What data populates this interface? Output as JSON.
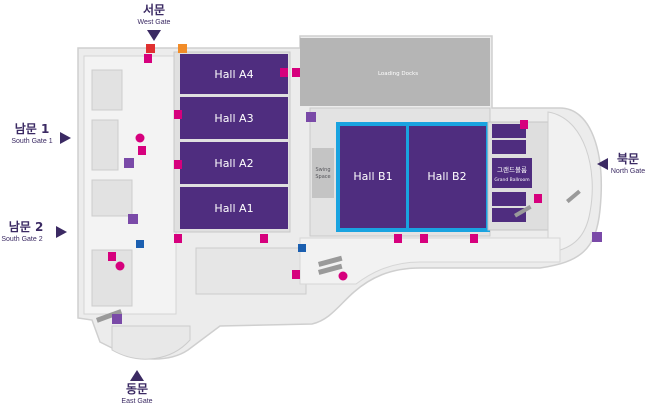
{
  "gates": {
    "west": {
      "ko": "서문",
      "en": "West Gate"
    },
    "south1": {
      "ko": "남문 1",
      "en": "South Gate 1"
    },
    "south2": {
      "ko": "남문 2",
      "en": "South Gate 2"
    },
    "north": {
      "ko": "북문",
      "en": "North Gate"
    },
    "east": {
      "ko": "동문",
      "en": "East Gate"
    }
  },
  "halls": {
    "a4": "Hall A4",
    "a3": "Hall A3",
    "a2": "Hall A2",
    "a1": "Hall A1",
    "b1": "Hall B1",
    "b2": "Hall B2"
  },
  "ballroom": {
    "ko": "그랜드볼룸",
    "en": "Grand Ballroom"
  },
  "areas": {
    "loading_docks": "Loading Docks",
    "swing_space_1": "Swing",
    "swing_space_2": "Space"
  },
  "colors": {
    "hall": "#4f2d7f",
    "ballroom": "#4f2d7f",
    "highlight": "#19a3e0",
    "gate_arrow": "#3b2a63",
    "restroom": "#d6007d",
    "parking": "#7a4aa8",
    "accessible": "#1b5fb0"
  },
  "icons": [
    "restroom-icon",
    "info-icon",
    "parking-icon",
    "accessible-icon",
    "first-aid-icon",
    "elevator-icon"
  ]
}
